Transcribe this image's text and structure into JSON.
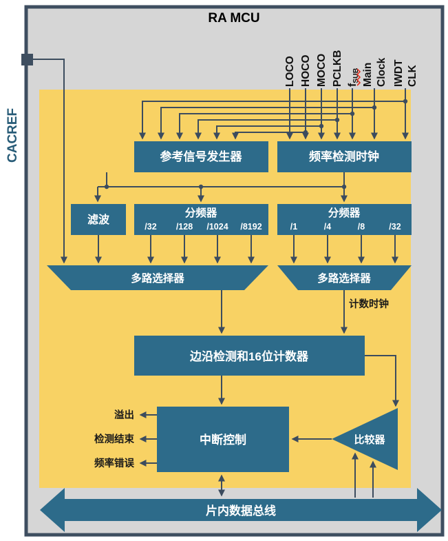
{
  "diagram": {
    "title": "RA MCU",
    "cacref_pin": "CACREF",
    "clock_labels": {
      "loco": "LOCO",
      "hoco": "HOCO",
      "moco": "MOCO",
      "pclkb": "PCLKB",
      "fsub_base": "f",
      "fsub_sub": "SUB",
      "main1": "Main",
      "main2": "Clock",
      "iwdt1": "IWDT",
      "iwdt2": "CLK"
    },
    "blocks": {
      "ref_gen": "参考信号发生器",
      "freq_detect": "频率检测时钟",
      "filter": "滤波",
      "div_ref": {
        "title": "分频器",
        "ratios": [
          "/32",
          "/128",
          "/1024",
          "/8192"
        ]
      },
      "div_meas": {
        "title": "分频器",
        "ratios": [
          "/1",
          "/4",
          "/8",
          "/32"
        ]
      },
      "mux_left": "多路选择器",
      "mux_right": "多路选择器",
      "edge_counter": "边沿检测和16位计数器",
      "interrupt": "中断控制",
      "comparator": "比较器",
      "bus": "片内数据总线"
    },
    "labels": {
      "counting_clock": "计数时钟",
      "overflow": "溢出",
      "detect_end": "检测结束",
      "freq_error": "频率错误"
    },
    "colors": {
      "block": "#2d6b8a",
      "module_area": "#f8d264",
      "frame_bg": "#d6d6d6",
      "frame_border": "#3e4e60",
      "wire": "#3c4c5e",
      "cacref_text": "#275b77",
      "squiggle": "#e03020"
    }
  }
}
